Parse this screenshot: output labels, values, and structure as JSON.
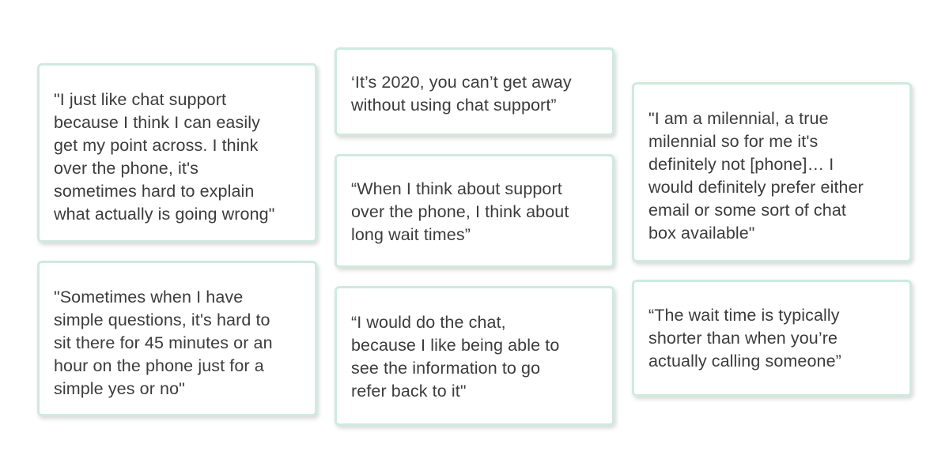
{
  "quotes": [
    {
      "lines": [
        "\"I just like chat support",
        "because I think I can easily",
        "get my point across. I think",
        "over the phone, it's",
        "sometimes hard to explain",
        "what actually is going wrong\""
      ]
    },
    {
      "lines": [
        "\"Sometimes when I have",
        "simple questions, it's hard to",
        "sit there for 45 minutes or an",
        "hour on the phone just for a",
        "simple yes or no\""
      ]
    },
    {
      "lines": [
        "‘It’s 2020, you can’t get away",
        "without using chat support”"
      ]
    },
    {
      "lines": [
        "“When I think about support",
        "over the phone, I think about",
        "long wait times”"
      ]
    },
    {
      "lines": [
        "“I would do the chat,",
        "because I like being able to",
        "see the information to go",
        "refer back to it\""
      ]
    },
    {
      "lines": [
        "\"I am a milennial, a true",
        "milennial so for me it's",
        "definitely not [phone]… I",
        "would definitely prefer either",
        "email or some sort of chat",
        "box available\""
      ]
    },
    {
      "lines": [
        "“The wait time is typically",
        "shorter than when you’re",
        "actually calling someone”"
      ]
    }
  ]
}
